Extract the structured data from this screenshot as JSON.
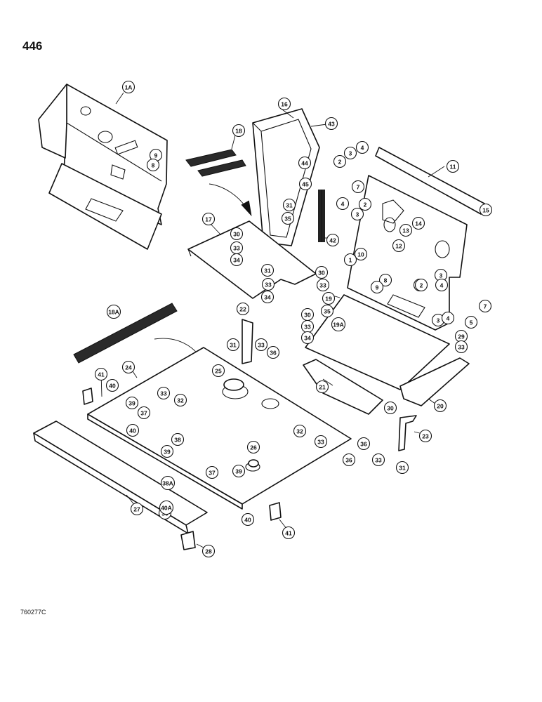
{
  "page": {
    "number": "446",
    "drawing_code": "760277C"
  },
  "callouts": [
    "1A",
    "16",
    "43",
    "18",
    "44",
    "45",
    "9",
    "8",
    "2",
    "3",
    "4",
    "11",
    "7",
    "4",
    "3",
    "2",
    "15",
    "31",
    "35",
    "42",
    "17",
    "30",
    "33",
    "34",
    "14",
    "13",
    "12",
    "10",
    "1",
    "30",
    "33",
    "31",
    "33",
    "34",
    "3",
    "4",
    "2",
    "8",
    "9",
    "7",
    "2",
    "3",
    "4",
    "5",
    "30",
    "19",
    "35",
    "22",
    "33",
    "34",
    "19A",
    "29",
    "33",
    "31",
    "33",
    "36",
    "18A",
    "24",
    "25",
    "21",
    "20",
    "41",
    "40",
    "33",
    "32",
    "39",
    "37",
    "30",
    "40",
    "38",
    "39",
    "33",
    "36",
    "23",
    "32",
    "33",
    "26",
    "37",
    "39",
    "36",
    "31",
    "38A",
    "27",
    "39",
    "40A",
    "40",
    "41",
    "28"
  ]
}
